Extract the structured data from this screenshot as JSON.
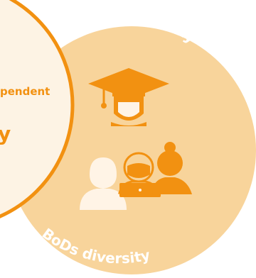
{
  "outer_circle": {
    "title_top": "CdA diversity",
    "title_bottom": "BoDs diversity"
  },
  "inner_circle": {
    "label_partial": "pendent",
    "label_partial_line2": "y"
  },
  "colors": {
    "outer_fill": "#F8D49B",
    "inner_fill": "#FDF3E4",
    "inner_border": "#F29111",
    "accent": "#F29111",
    "light": "#FFF4E6",
    "white": "#FFFFFF"
  },
  "icons": [
    "graduation-cap-person-icon",
    "person-light-icon",
    "person-laptop-icon",
    "person-bun-icon"
  ]
}
